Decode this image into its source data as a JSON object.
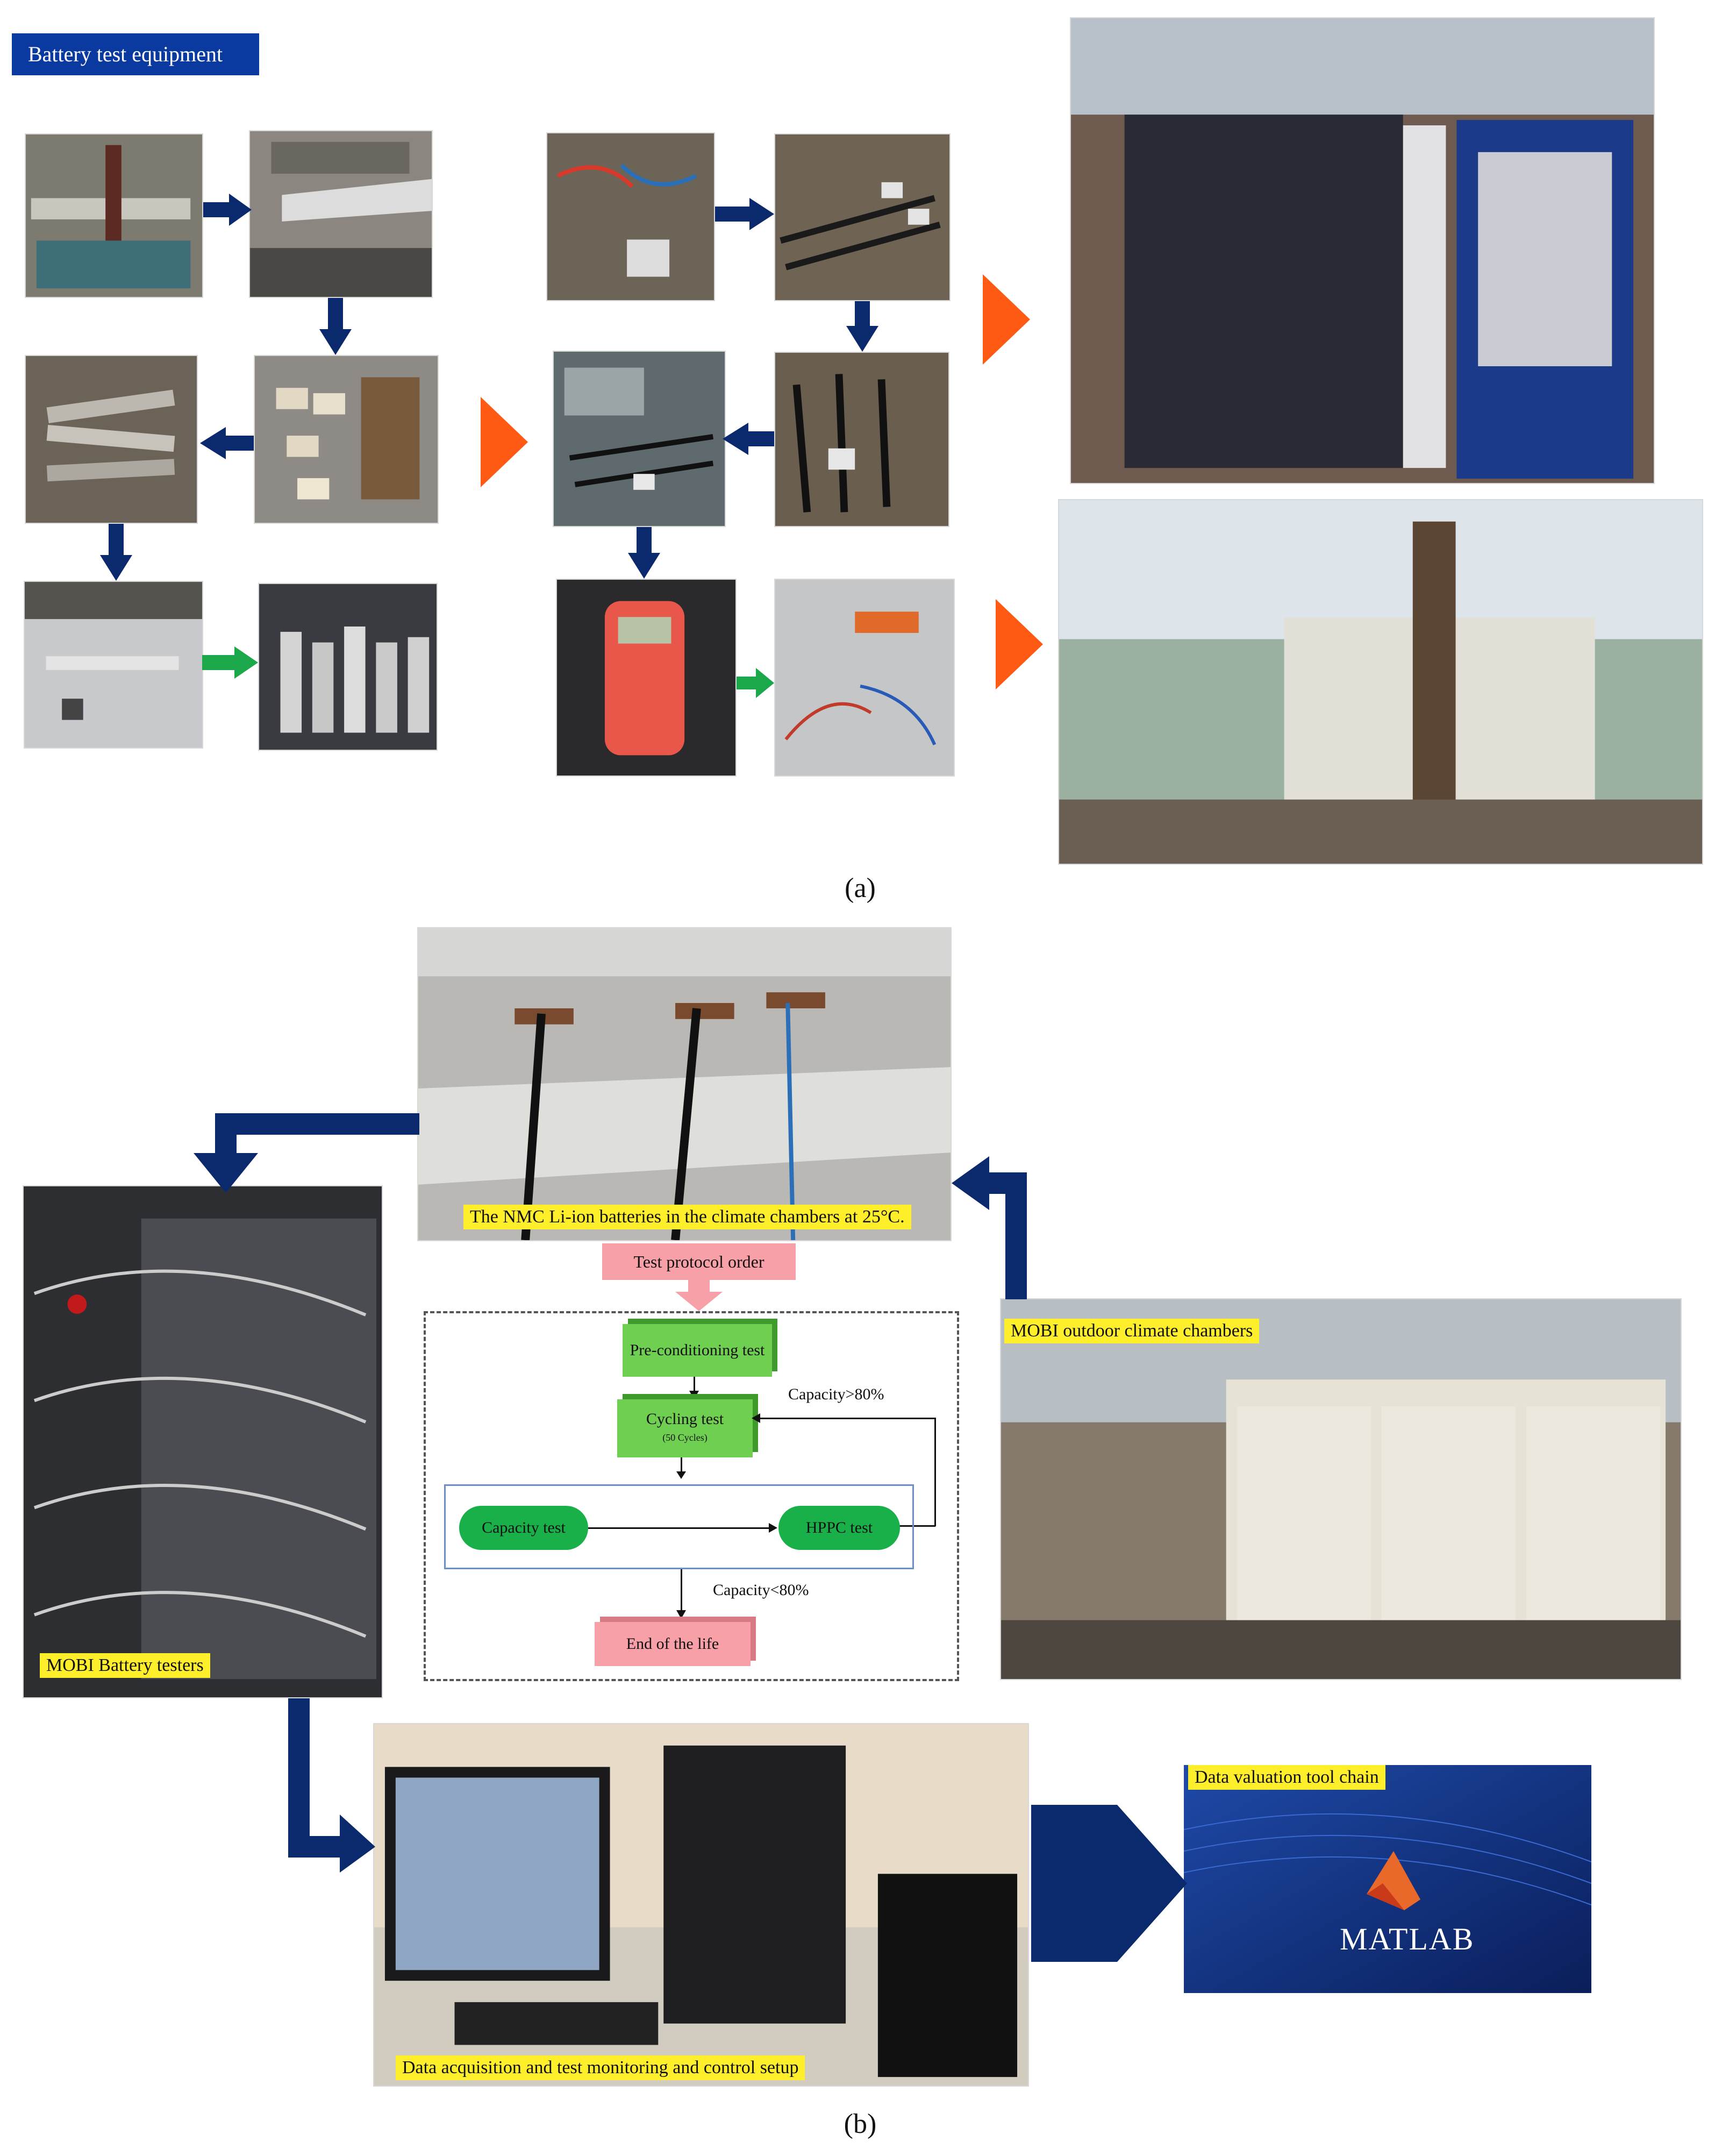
{
  "panel_a": {
    "title": "Battery test equipment",
    "label": "(a)"
  },
  "panel_b": {
    "label": "(b)",
    "nmc_caption": "The NMC Li-ion batteries in the climate chambers at 25°C.",
    "battery_testers": "MOBI Battery testers",
    "outdoor_chambers": "MOBI outdoor climate chambers",
    "data_acquisition": "Data acquisition and test monitoring and control setup",
    "data_valuation": "Data valuation tool chain",
    "matlab_logo": "MATLAB"
  },
  "protocol": {
    "header": "Test protocol order",
    "preconditioning": "Pre-conditioning test",
    "cycling": "Cycling test",
    "cycling_sub": "(50 Cycles)",
    "capacity_test": "Capacity test",
    "hppc_test": "HPPC test",
    "capacity_gt": "Capacity>80%",
    "capacity_lt": "Capacity<80%",
    "end_of_life": "End of the life"
  },
  "colors": {
    "navy_arrow": "#0b2a6e",
    "orange_arrow": "#ff5a14",
    "green_arrow": "#1aa84a",
    "title_blue": "#0a3aa0",
    "label_yellow": "#ffef2a",
    "flow_green": "#6fcf50",
    "flow_pink": "#f7a0a8",
    "oval_green": "#19b04a"
  }
}
